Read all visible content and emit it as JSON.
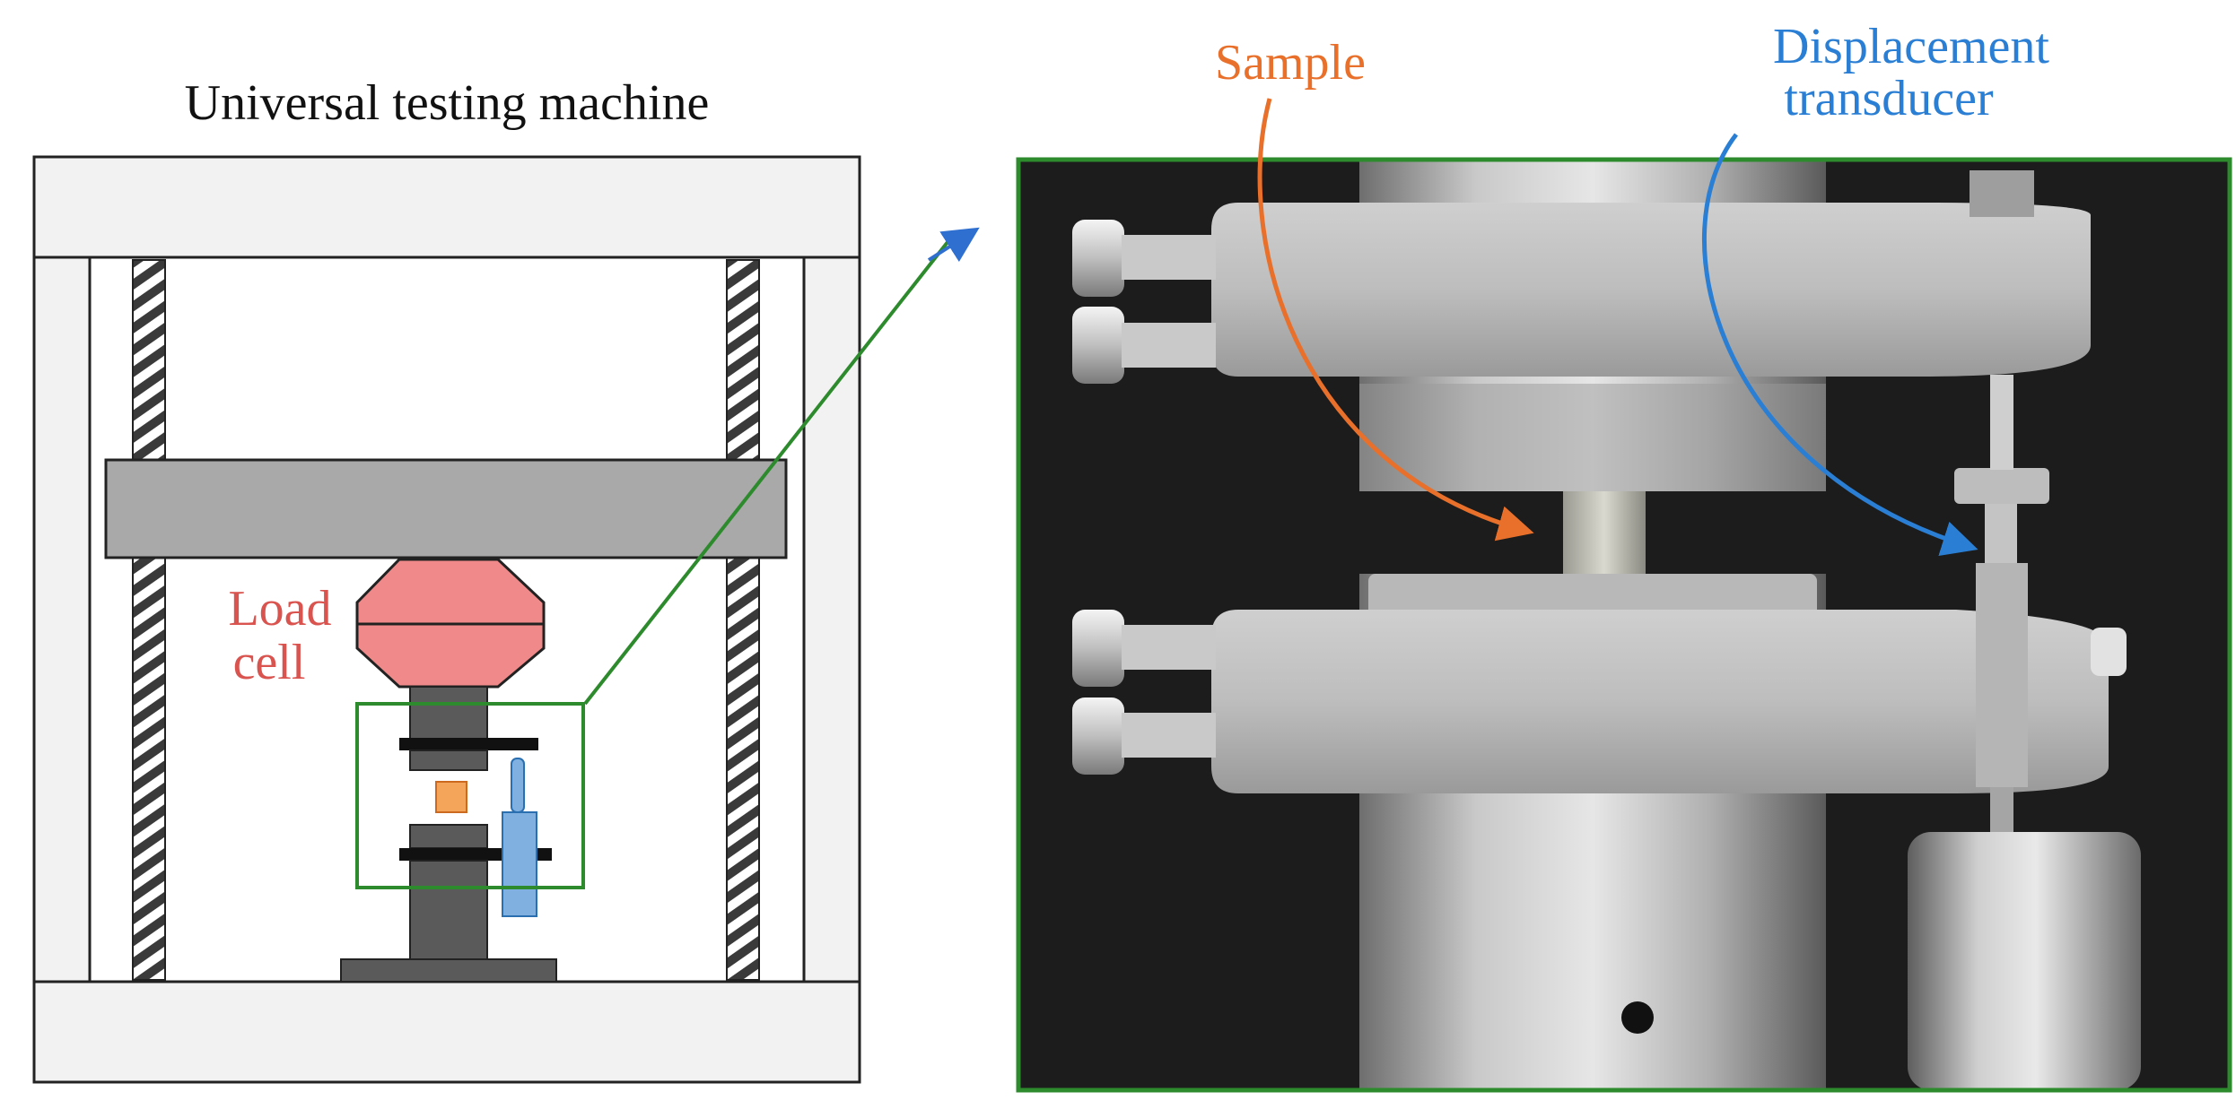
{
  "diagram": {
    "title": "Universal testing machine",
    "labels": {
      "load_cell_line1": "Load",
      "load_cell_line2": "cell",
      "sample": "Sample",
      "transducer_line1": "Displacement",
      "transducer_line2": "transducer"
    },
    "colors": {
      "frame_fill": "#f2f2f2",
      "frame_stroke": "#222222",
      "crosshead": "#a9a9a9",
      "load_cell": "#f08a8a",
      "load_cell_text": "#d9534f",
      "sample_fill": "#f5a55a",
      "sample_text": "#e8702a",
      "transducer_fill": "#7fb0e0",
      "transducer_text": "#2a7fd4",
      "zoom_box": "#2d8a2d",
      "fixture": "#555555",
      "photo_bg": "#1c1c1c",
      "metal_light": "#d7d7d7",
      "metal_dark": "#8c8c8c"
    }
  }
}
